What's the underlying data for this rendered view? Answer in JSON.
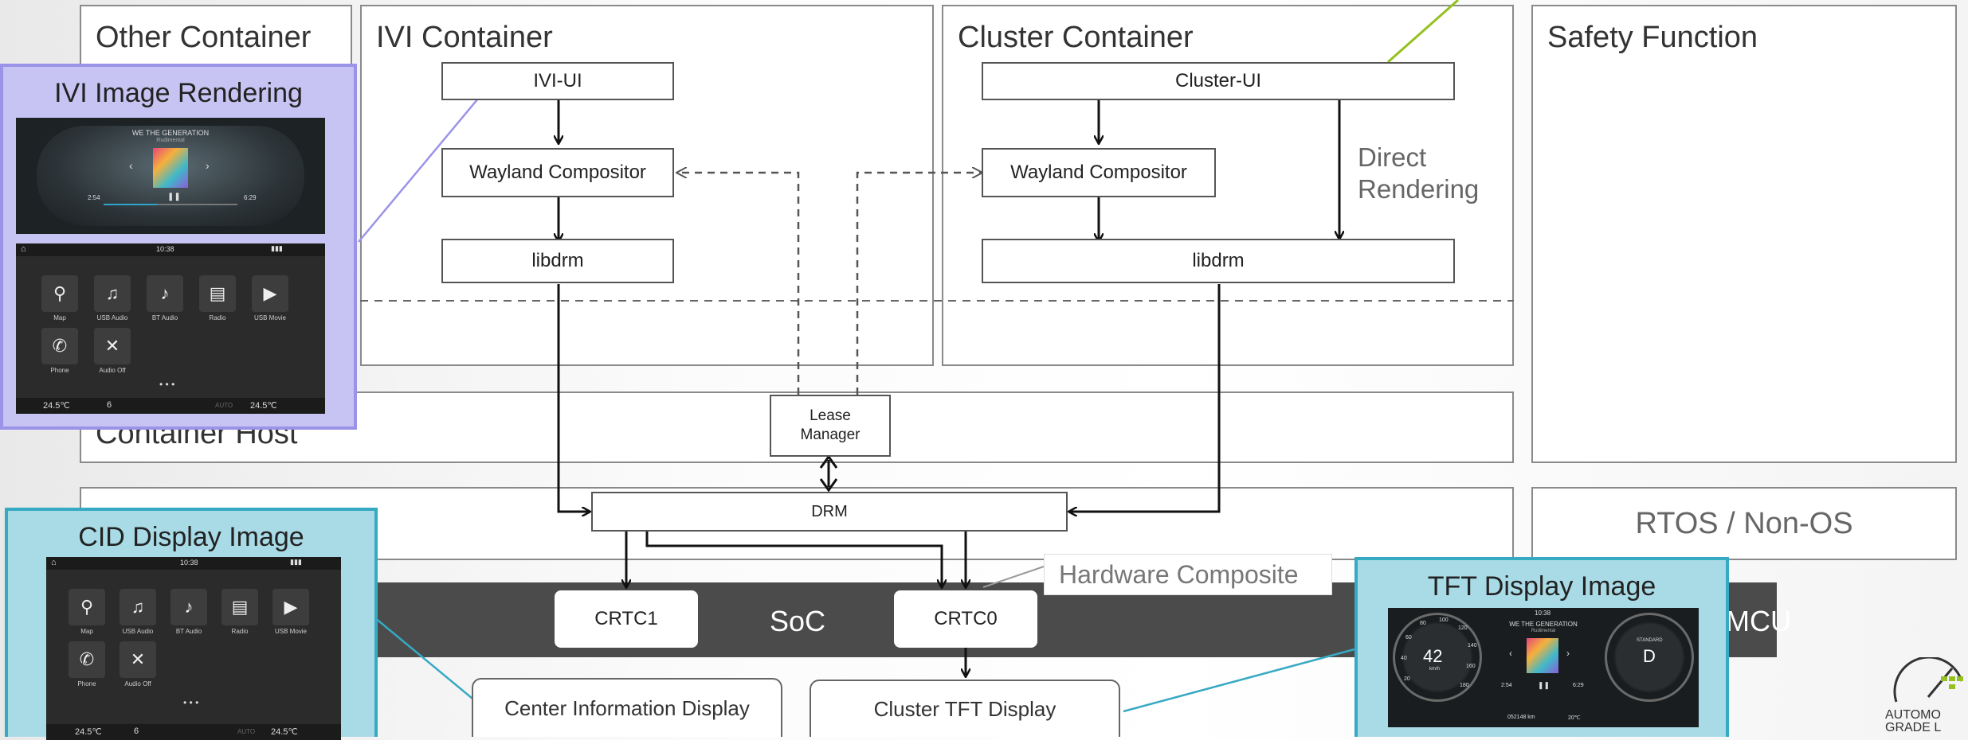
{
  "containers": {
    "other": "Other Container",
    "ivi": "IVI Container",
    "cluster": "Cluster Container",
    "safety": "Safety Function",
    "host": "Container Host",
    "rtos": "RTOS / Non-OS"
  },
  "ivi_boxes": {
    "ui": "IVI-UI",
    "compositor": "Wayland Compositor",
    "libdrm": "libdrm"
  },
  "cluster_boxes": {
    "ui": "Cluster-UI",
    "compositor": "Wayland Compositor",
    "libdrm": "libdrm",
    "direct_rendering": [
      "Direct",
      "Rendering"
    ]
  },
  "lease_manager": [
    "Lease",
    "Manager"
  ],
  "drm": "DRM",
  "hardware_composite": "Hardware Composite",
  "soc": {
    "label": "SoC",
    "crtc1": "CRTC1",
    "crtc0": "CRTC0",
    "mcu": "MCU"
  },
  "displays": {
    "cid": "Center Information Display",
    "cluster_tft": "Cluster TFT Display"
  },
  "panels": {
    "ivi_render": "IVI Image Rendering",
    "cid_image": "CID Display Image",
    "tft_image": "TFT Display Image"
  },
  "media_screen": {
    "title": "WE THE GENERATION",
    "artist": "Rudimental",
    "time_elapsed": "2:54",
    "time_total": "6:29"
  },
  "home_screen": {
    "clock": "10:38",
    "apps": [
      "Map",
      "USB Audio",
      "BT Audio",
      "Radio",
      "USB Movie",
      "Phone",
      "Audio Off"
    ],
    "temp_left": "24.5℃",
    "fan": "6",
    "auto": "AUTO",
    "temp_right": "24.5℃"
  },
  "tft_screen": {
    "clock": "10:38",
    "speed": "42",
    "speed_unit": "km/h",
    "gear": "D",
    "mode": "STANDARD",
    "title": "WE THE GENERATION",
    "artist": "Rudimental",
    "time_elapsed": "2:54",
    "time_total": "6:29",
    "odo": "052148 km",
    "outside_temp": "20℃",
    "speed_ticks": [
      "20",
      "40",
      "60",
      "80",
      "100",
      "120",
      "140",
      "160",
      "180"
    ]
  },
  "logo": {
    "line1": "AUTOMO",
    "line2": "GRADE L"
  },
  "colors": {
    "ivi_panel_bg": "#c7c3f2",
    "ivi_panel_border": "#9a93e8",
    "cid_panel_bg": "#a9dbe6",
    "cid_panel_border": "#36a9c3",
    "soc_band": "#4b4b4b",
    "green_line": "#94c11f"
  }
}
